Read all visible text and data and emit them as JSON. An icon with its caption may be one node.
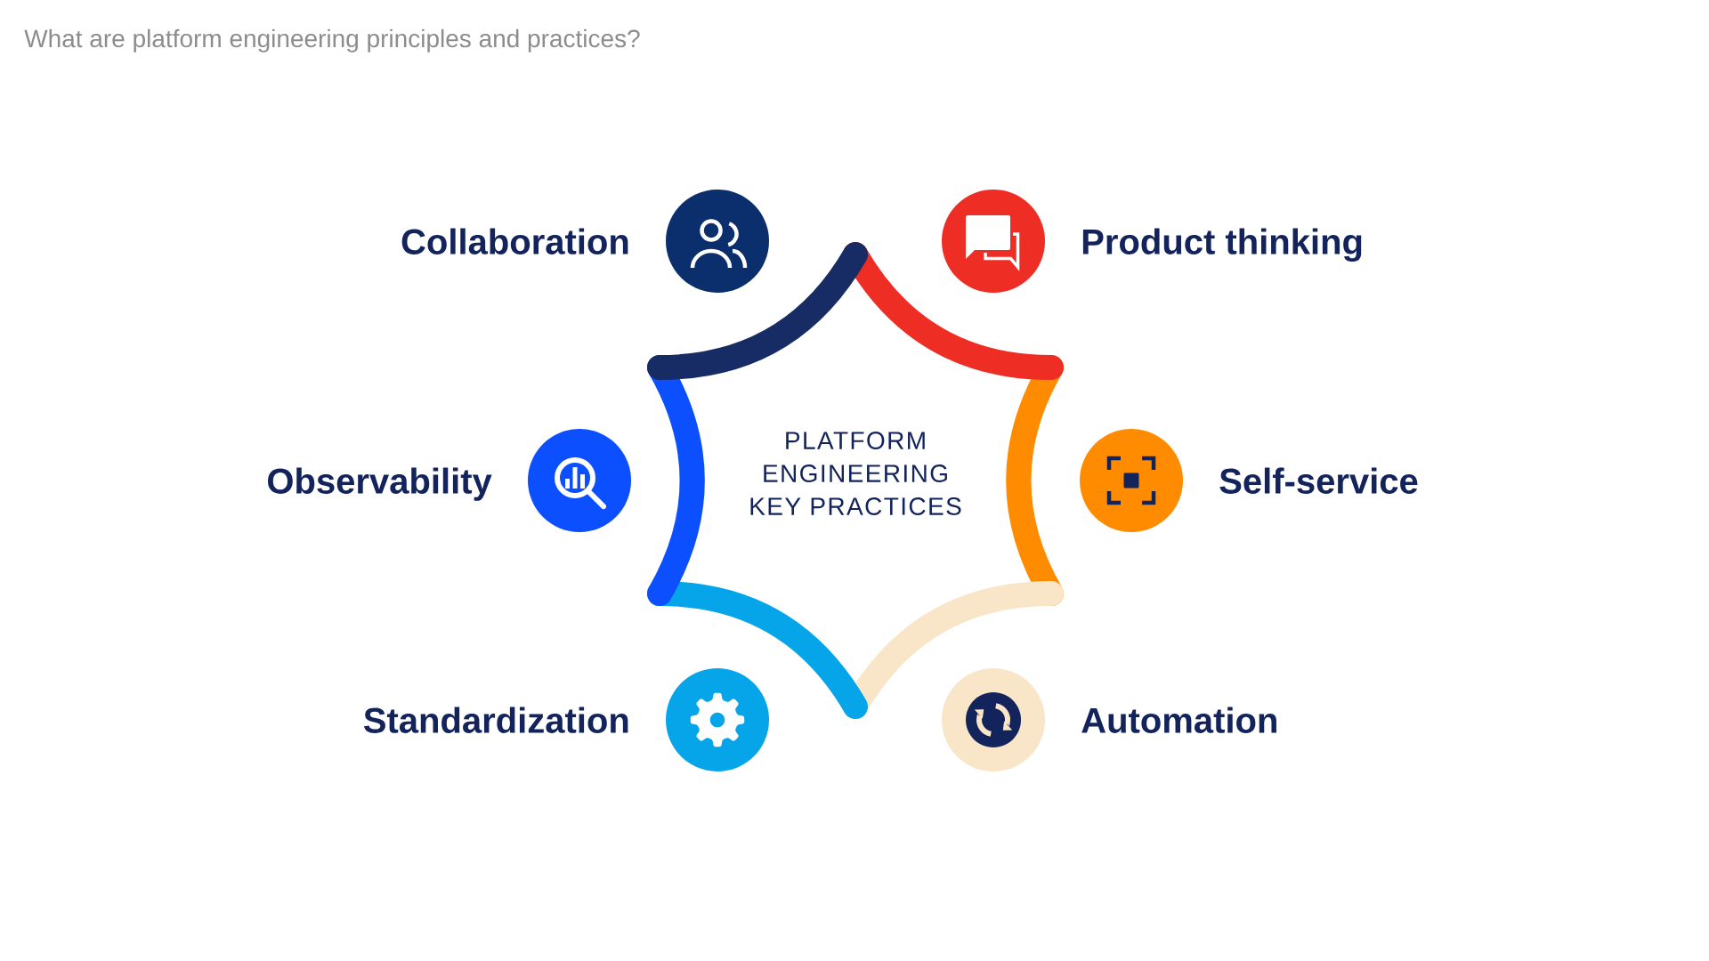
{
  "diagram": {
    "title": "What are platform engineering principles and practices?",
    "nodes": [
      {
        "text": [
          "PLATFORM ENGINEERING KEY PRACTICES"
        ]
      },
      {
        "text": [],
        "shape": "circle",
        "beside": [
          "Collaboration"
        ]
      },
      {
        "text": [],
        "shape": "circle",
        "beside": [
          "Product thinking"
        ]
      },
      {
        "text": [],
        "shape": "circle",
        "beside": [
          "Observability"
        ]
      },
      {
        "text": [],
        "shape": "circle",
        "beside": [
          "Self-service"
        ]
      },
      {
        "text": [],
        "shape": "circle",
        "beside": [
          "Standardization"
        ]
      },
      {
        "text": [],
        "shape": "circle",
        "beside": [
          "Automation"
        ]
      }
    ]
  }
}
